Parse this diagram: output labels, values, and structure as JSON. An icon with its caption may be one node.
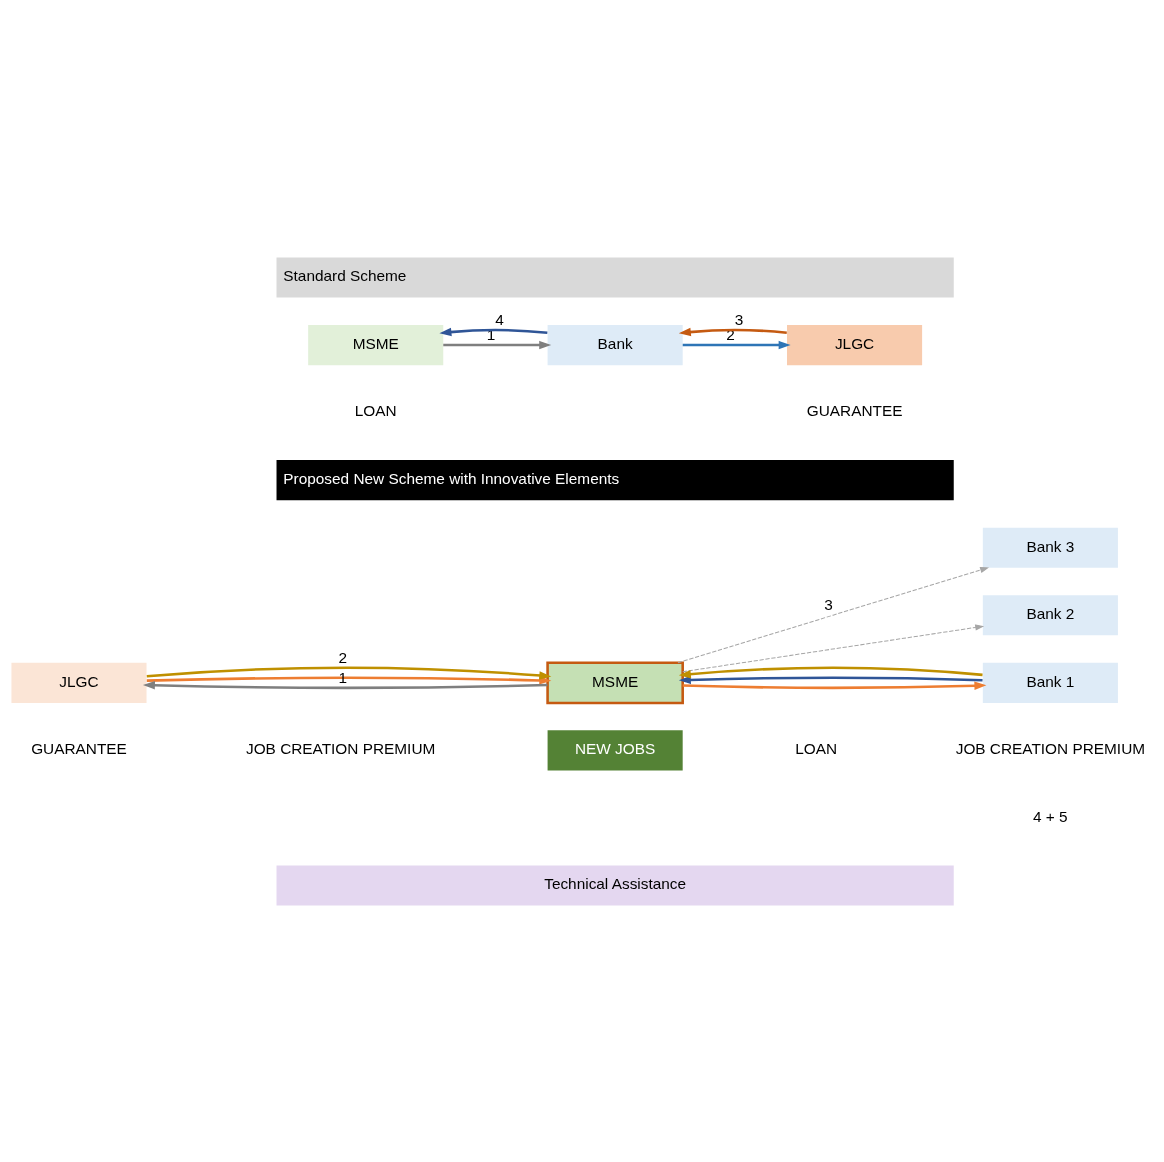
{
  "diagram": {
    "nodes": [
      {
        "text": [
          "Standard Scheme"
        ]
      },
      {
        "text": [
          "MSME"
        ]
      },
      {
        "text": [
          "Bank"
        ]
      },
      {
        "text": [
          "JLGC"
        ]
      },
      {
        "text": [
          "Proposed New Scheme with Innovative Elements"
        ]
      },
      {
        "text": [
          "Bank 3"
        ]
      },
      {
        "text": [
          "Bank 2"
        ]
      },
      {
        "text": [
          "JLGC"
        ]
      },
      {
        "text": [
          "MSME"
        ]
      },
      {
        "text": [
          "NEW JOBS"
        ]
      },
      {
        "text": [
          "Bank 1"
        ]
      },
      {
        "text": [
          "Technical Assistance"
        ]
      }
    ],
    "edges": [
      {
        "from": 1,
        "to": 2,
        "arrow": "to",
        "label": "1",
        "color": "#7f7f7f"
      },
      {
        "from": 2,
        "to": 3,
        "arrow": "to",
        "label": "2",
        "color": "#2e75b6"
      },
      {
        "from": 3,
        "to": 2,
        "arrow": "to",
        "label": "3",
        "color": "#c55a11"
      },
      {
        "from": 2,
        "to": 1,
        "arrow": "to",
        "label": "4",
        "color": "#2f5597"
      },
      {
        "from": 8,
        "to": 7,
        "arrow": "to",
        "label": "1",
        "color": "#7f7f7f"
      },
      {
        "from": 7,
        "to": 8,
        "arrow": "to",
        "color": "#ed7d31"
      },
      {
        "from": 7,
        "to": 8,
        "arrow": "to",
        "label": "2",
        "color": "#bf9000"
      },
      {
        "from": 8,
        "to": 5,
        "arrow": "to",
        "label": "3",
        "color": "#a6a6a6",
        "style": "dashed"
      },
      {
        "from": 8,
        "to": 6,
        "arrow": "to",
        "color": "#a6a6a6",
        "style": "dashed"
      },
      {
        "from": 8,
        "to": 10,
        "arrow": "to",
        "color": "#ed7d31"
      },
      {
        "from": 10,
        "to": 8,
        "arrow": "to",
        "color": "#2f5597"
      },
      {
        "from": 10,
        "to": 8,
        "arrow": "to",
        "color": "#bf9000"
      }
    ],
    "labels": [
      "LOAN",
      "GUARANTEE",
      "GUARANTEE",
      "JOB CREATION PREMIUM",
      "LOAN",
      "JOB CREATION PREMIUM",
      "4 + 5"
    ]
  }
}
